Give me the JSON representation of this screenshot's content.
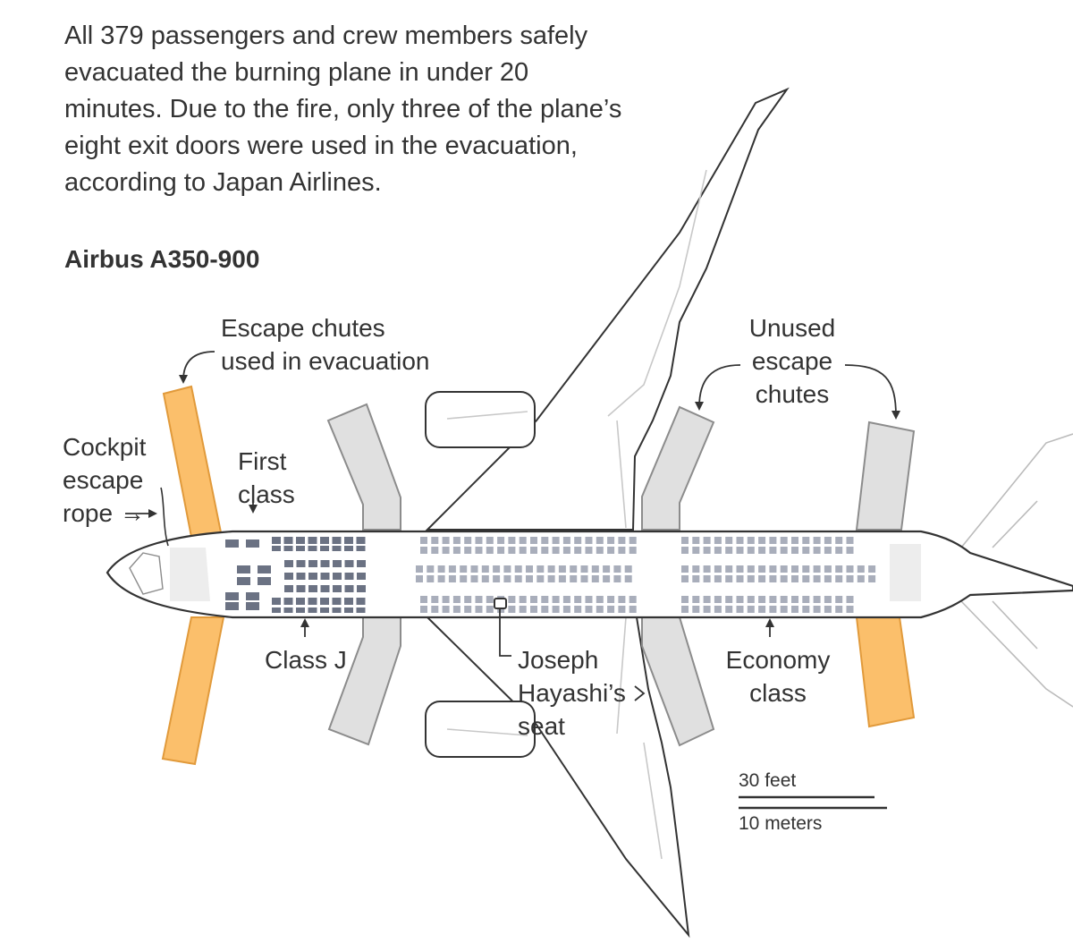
{
  "intro": {
    "lines": [
      "All 379 passengers and crew members safely",
      "evacuated the burning plane in under 20",
      "minutes. Due to the fire, only three of the plane’s",
      "eight exit doors were used in the evacuation,",
      "according to Japan Airlines."
    ]
  },
  "diagram": {
    "title": "Airbus A350-900",
    "labels": {
      "used_chutes": [
        "Escape chutes",
        "used in evacuation"
      ],
      "unused_chutes": [
        "Unused",
        "escape",
        "chutes"
      ],
      "cockpit_rope": [
        "Cockpit",
        "escape",
        "rope →"
      ],
      "first_class": [
        "First",
        "class"
      ],
      "class_j": "Class J",
      "economy": [
        "Economy",
        "class"
      ],
      "hayashi_seat": [
        "Joseph",
        "Hayashi’s",
        "seat"
      ]
    },
    "scale": {
      "feet": "30 feet",
      "meters": "10 meters"
    }
  },
  "colors": {
    "used_chute": "#FBBF6B",
    "used_chute_stroke": "#E19A3B",
    "unused_chute": "#E0E0E0",
    "unused_chute_stroke": "#8C8C8C",
    "seat_first_j": "#6B7283",
    "seat_economy": "#A9AEBB",
    "outline": "#333333",
    "interior": "#E8E8E8"
  }
}
